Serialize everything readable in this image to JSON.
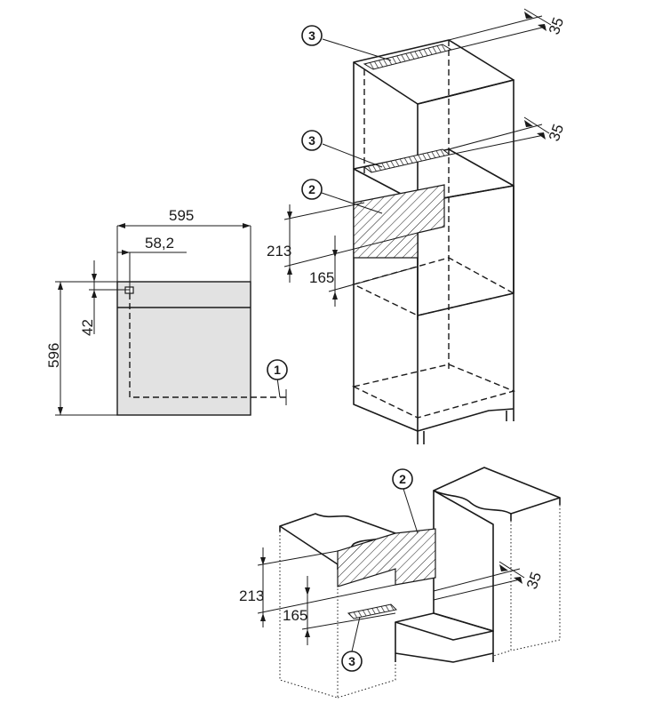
{
  "dimensions": {
    "front_width": "595",
    "offset_width": "58,2",
    "top_offset": "42",
    "front_height": "596",
    "tall_upper_vent": "35",
    "tall_middle_vent": "35",
    "tall_opening_upper": "213",
    "tall_opening_lower": "165",
    "under_opening_upper": "213",
    "under_opening_lower": "165",
    "under_vent": "35"
  },
  "callouts": {
    "one": "1",
    "two_tall": "2",
    "two_under": "2",
    "three_top": "3",
    "three_middle": "3",
    "three_bottom": "3"
  }
}
